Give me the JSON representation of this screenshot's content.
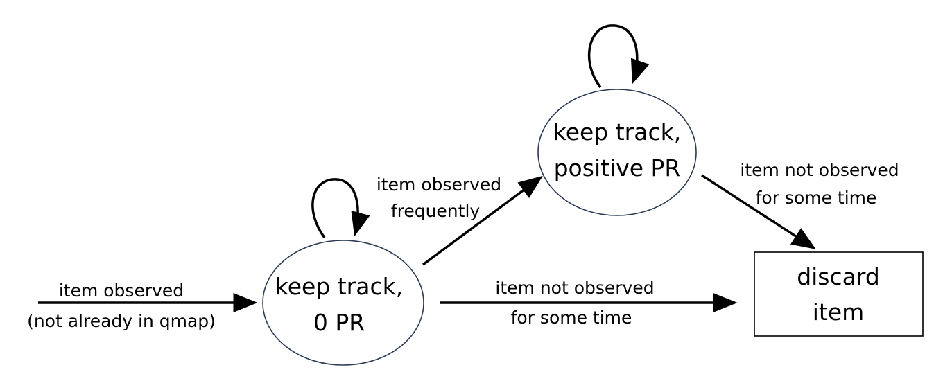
{
  "diagram": {
    "nodes": {
      "zero_pr": {
        "line1": "keep track,",
        "line2": "0 PR"
      },
      "positive_pr": {
        "line1": "keep track,",
        "line2": "positive PR"
      },
      "discard": {
        "line1": "discard",
        "line2": "item"
      }
    },
    "edges": {
      "entry": {
        "line1": "item observed",
        "line2": "(not already in qmap)"
      },
      "zero_to_positive": {
        "line1": "item observed",
        "line2": "frequently"
      },
      "zero_to_discard": {
        "line1": "item not observed",
        "line2": "for some time"
      },
      "positive_to_discard": {
        "line1": "item not observed",
        "line2": "for some time"
      }
    },
    "colors": {
      "state_border": "#2b3a55",
      "box_border": "#000000",
      "arrow": "#000000"
    }
  }
}
